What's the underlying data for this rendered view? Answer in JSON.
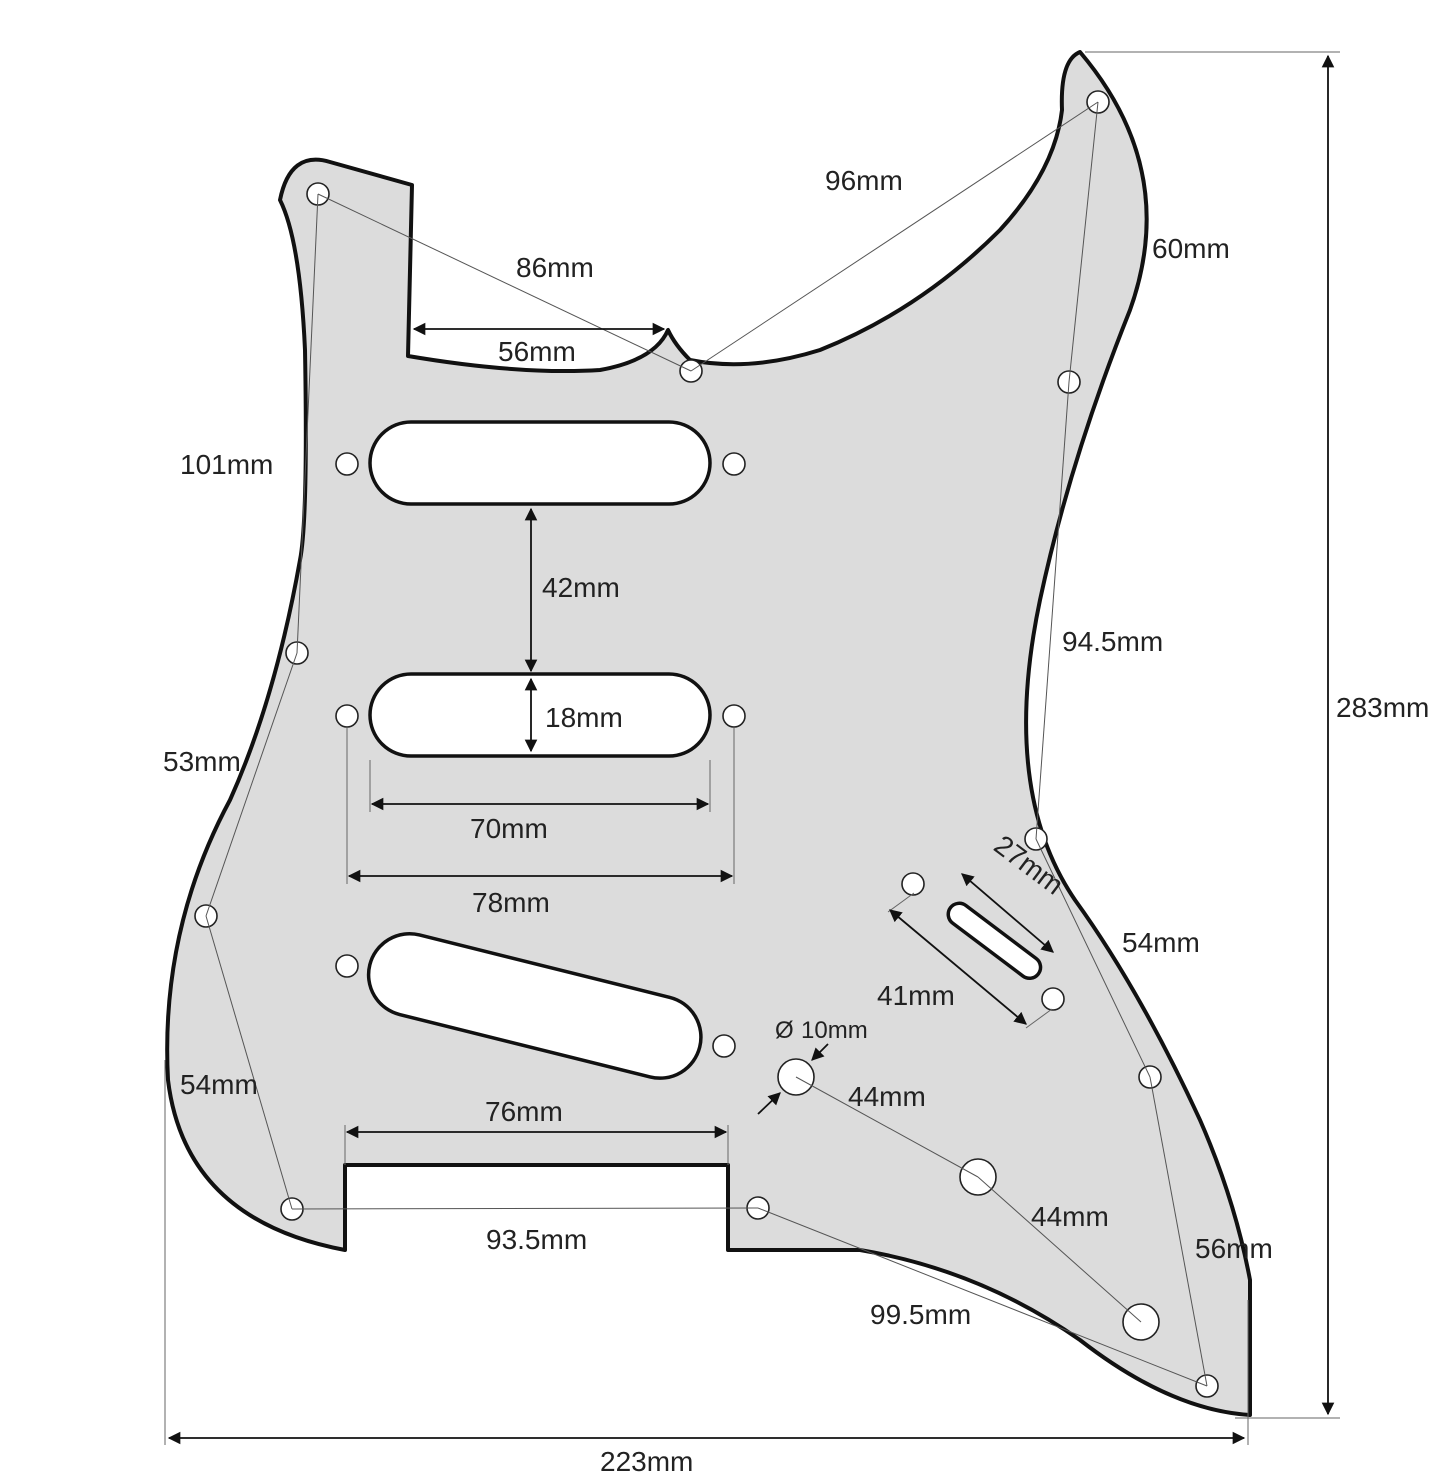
{
  "diagram": {
    "dims": {
      "d96": "96mm",
      "d60": "60mm",
      "d86": "86mm",
      "d56_top": "56mm",
      "d101": "101mm",
      "d42": "42mm",
      "d18": "18mm",
      "d94_5": "94.5mm",
      "d283": "283mm",
      "d53": "53mm",
      "d70": "70mm",
      "d78": "78mm",
      "d27": "27mm",
      "d54_right": "54mm",
      "d41": "41mm",
      "d10": "10mm",
      "d44_a": "44mm",
      "d54_left": "54mm",
      "d76": "76mm",
      "d44_b": "44mm",
      "d56_right": "56mm",
      "d93_5": "93.5mm",
      "d99_5": "99.5mm",
      "d223": "223mm"
    },
    "diameter_symbol": "Ø",
    "colors": {
      "pickguard": "#dcdcdc",
      "outline": "#111111",
      "holes": "#ffffff"
    }
  }
}
